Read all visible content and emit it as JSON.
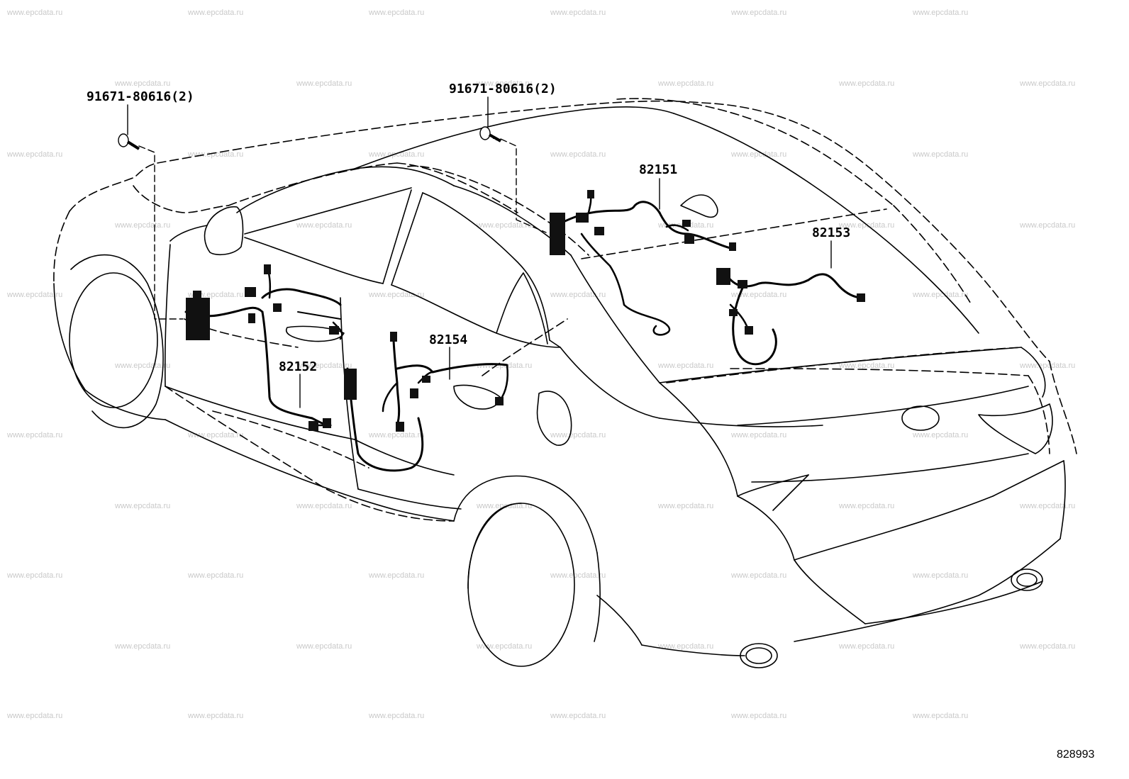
{
  "watermark": "www.epcdata.ru",
  "callouts": {
    "bolt_left": "91671-80616(2)",
    "bolt_right": "91671-80616(2)",
    "harness_roof": "82151",
    "harness_front_door": "82152",
    "harness_rear_right": "82153",
    "harness_rear_door": "82154"
  },
  "diagram_id": "828993"
}
